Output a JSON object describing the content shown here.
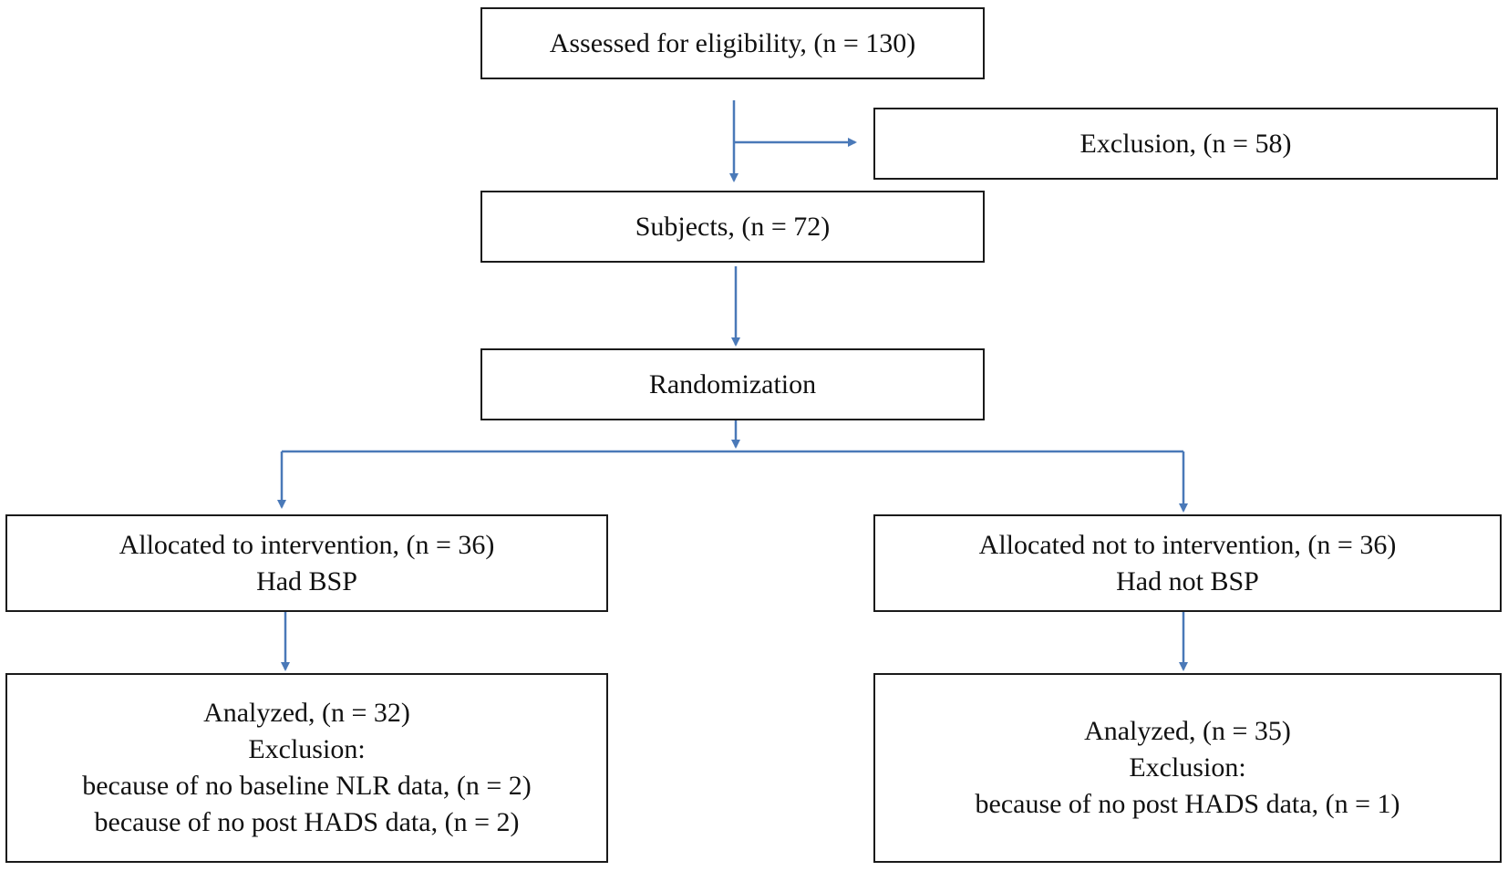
{
  "flowchart": {
    "assessed": {
      "label": "Assessed for eligibility, (n = 130)"
    },
    "exclusion": {
      "label": "Exclusion, (n = 58)"
    },
    "subjects": {
      "label": "Subjects, (n = 72)"
    },
    "randomization": {
      "label": "Randomization"
    },
    "allocated_intervention": {
      "lines": [
        "Allocated to intervention, (n = 36)",
        "Had BSP"
      ]
    },
    "allocated_not_intervention": {
      "lines": [
        "Allocated not to intervention, (n = 36)",
        "Had not BSP"
      ]
    },
    "analyzed_intervention": {
      "lines": [
        "Analyzed, (n = 32)",
        "Exclusion:",
        "because of no baseline NLR data, (n = 2)",
        "because of no post HADS data, (n = 2)"
      ]
    },
    "analyzed_not_intervention": {
      "lines": [
        "Analyzed, (n = 35)",
        "Exclusion:",
        "because of no post HADS data, (n = 1)"
      ]
    }
  },
  "colors": {
    "arrow": "#4a79b8",
    "box_border": "#1a1a1a",
    "text": "#111111",
    "background": "#ffffff"
  }
}
